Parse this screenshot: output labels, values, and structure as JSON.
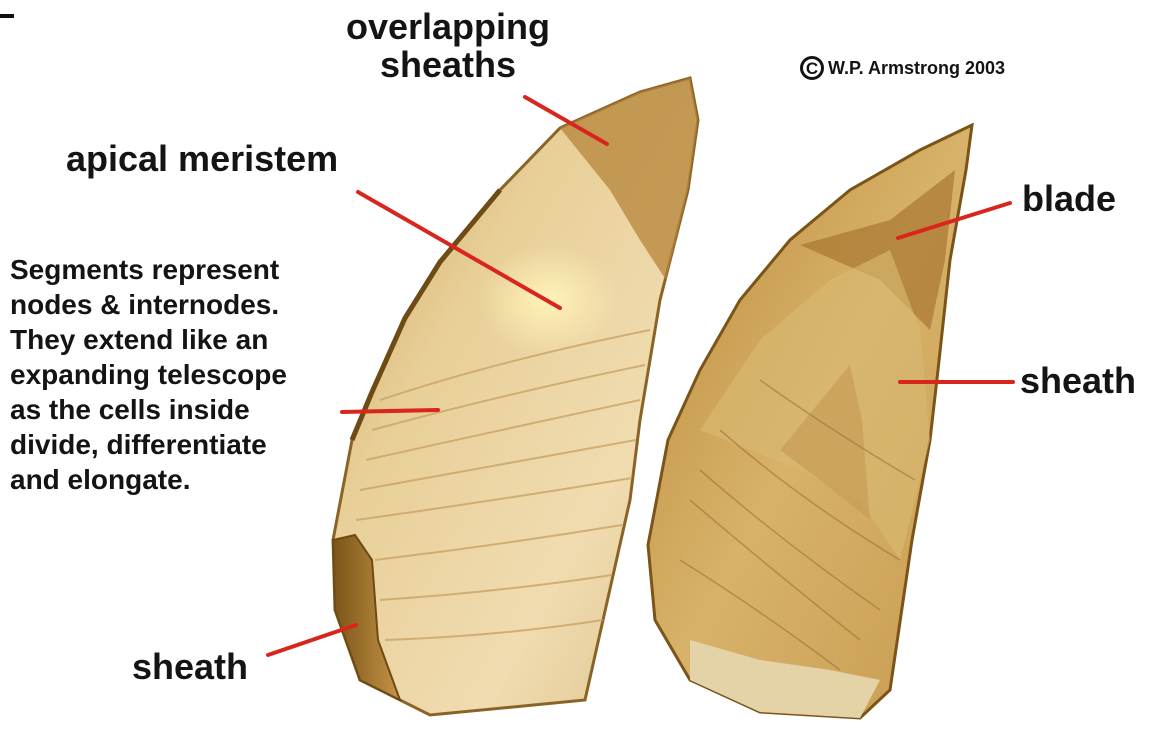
{
  "labels": {
    "overlapping_sheaths_1": "overlapping",
    "overlapping_sheaths_2": "sheaths",
    "apical_meristem": "apical meristem",
    "blade": "blade",
    "sheath_right": "sheath",
    "sheath_left": "sheath"
  },
  "description_lines": [
    "Segments represent",
    "nodes & internodes.",
    "They extend like an",
    "expanding telescope",
    "as the cells inside",
    "divide, differentiate",
    "and elongate."
  ],
  "copyright": {
    "symbol": "C",
    "text": "W.P. Armstrong 2003"
  },
  "colors": {
    "leader_line": "#d9261c",
    "text": "#141414",
    "shoot_light": "#f1ddb0",
    "shoot_mid": "#d9b56e",
    "shoot_dark": "#a8782c"
  }
}
